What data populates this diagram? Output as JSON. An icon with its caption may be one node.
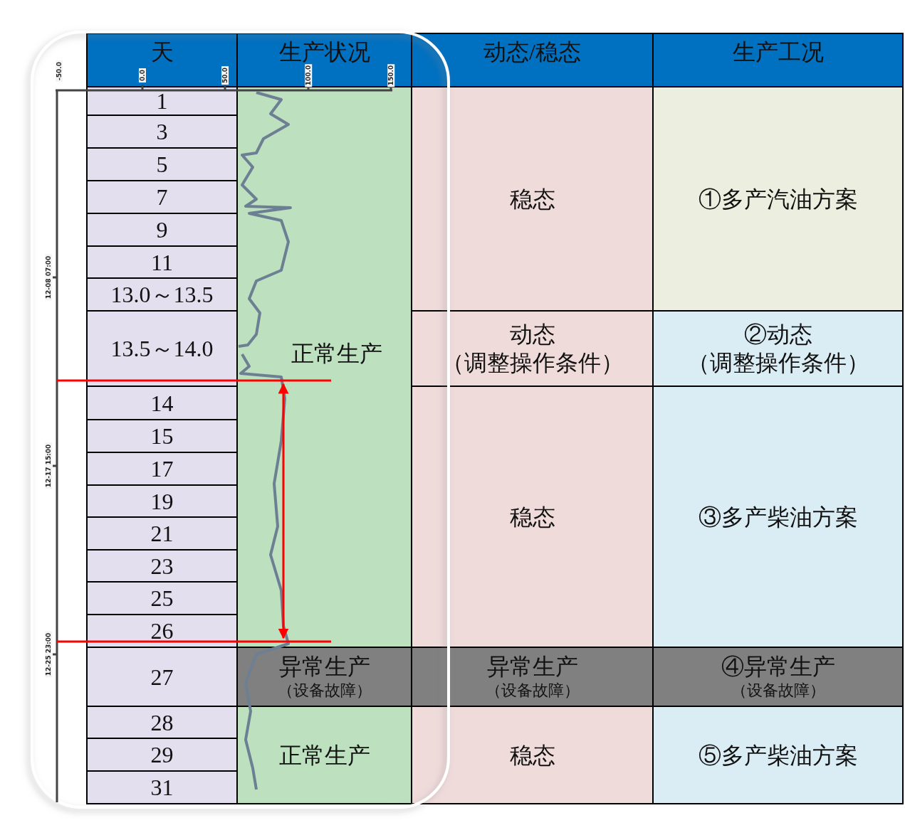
{
  "diagram": {
    "labels": [
      "-50.0",
      "0.0",
      "50.0",
      "100.0",
      "150.0",
      "天",
      "生产状况",
      "动态/稳态",
      "生产工况",
      "1",
      "正常生产",
      "稳态",
      "①多产汽油方案",
      "3",
      "5",
      "7",
      "9",
      "11",
      "13.0～13.5",
      "13.5～14.0",
      "动态",
      "（调整操作条件）",
      "②动态",
      "（调整操作条件）",
      "14",
      "稳态",
      "③多产柴油方案",
      "15",
      "17",
      "19",
      "21",
      "23",
      "25",
      "26",
      "27",
      "异常生产",
      "（设备故障）",
      "异常生产",
      "（设备故障）",
      "④异常生产",
      "（设备故障）",
      "28",
      "正常生产",
      "稳态",
      "⑤多产柴油方案",
      "29",
      "31",
      "12-08 07:00",
      "12-17 15:00",
      "12-25 23:00"
    ]
  }
}
